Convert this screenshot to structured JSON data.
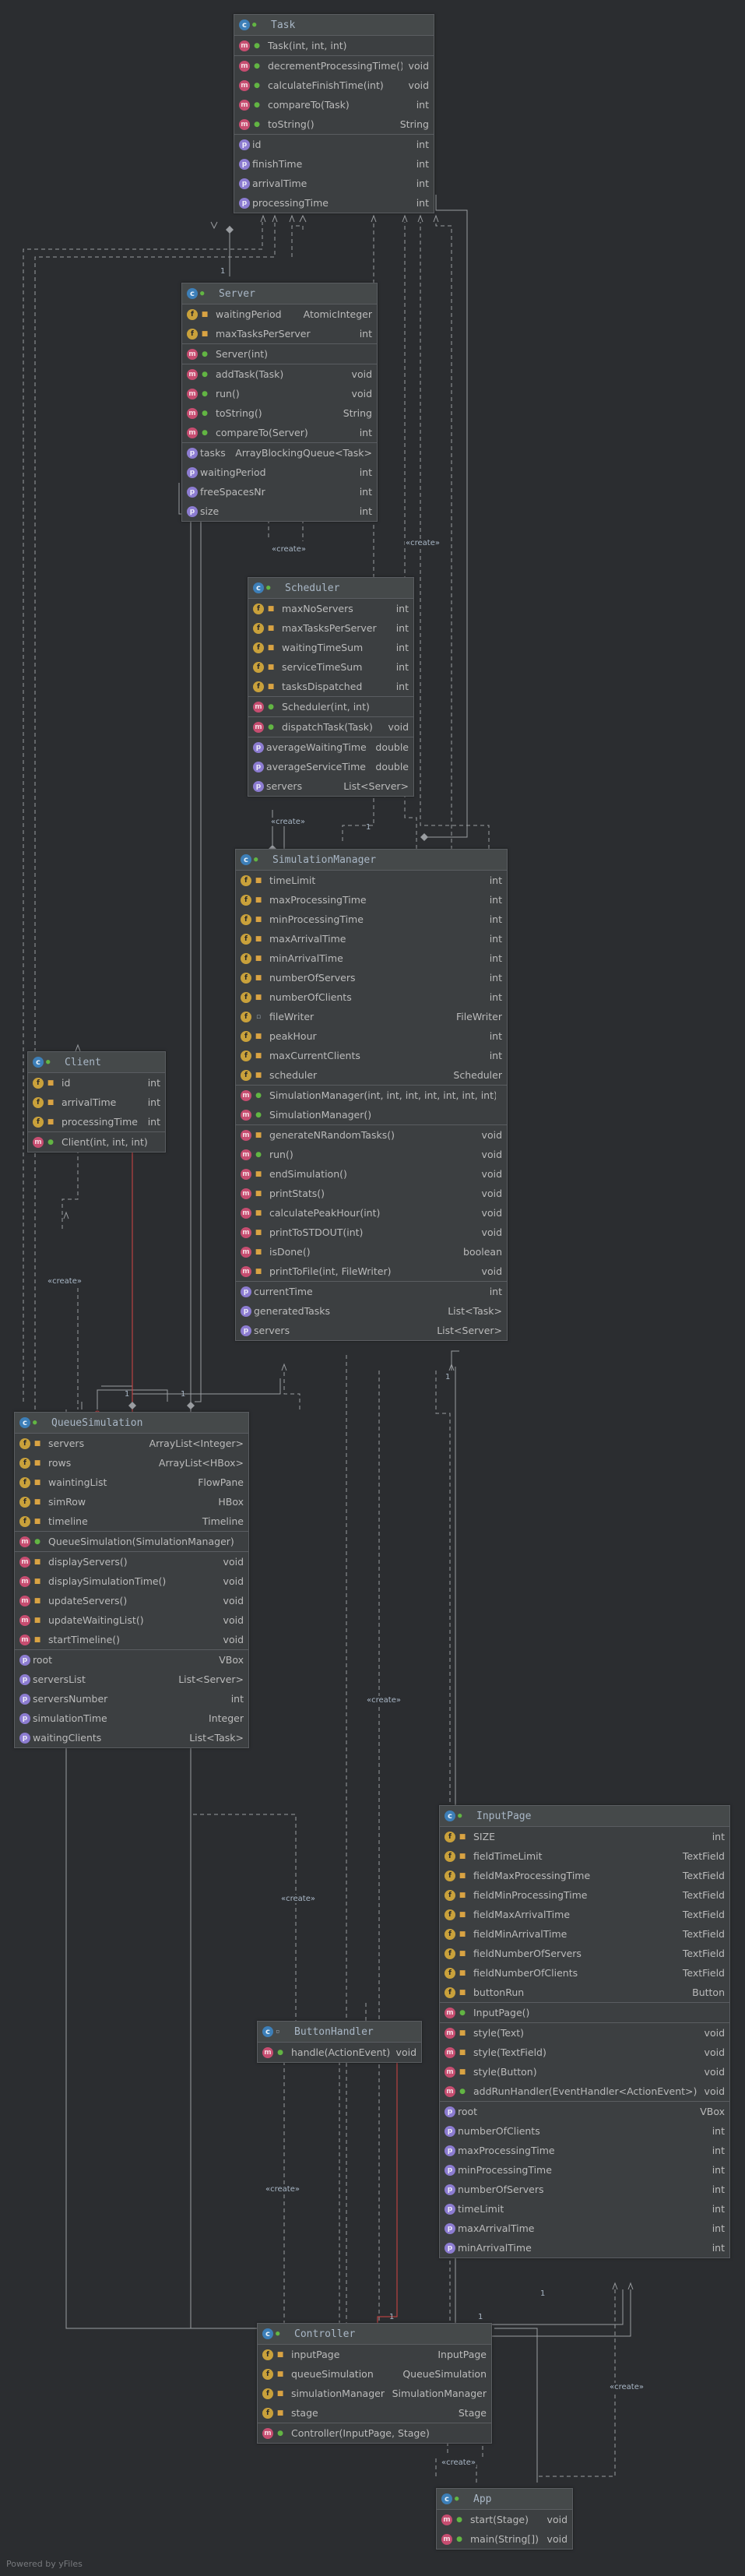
{
  "classes": {
    "task": {
      "name": "Task",
      "rows": [
        {
          "kind": "c",
          "vis": "pub",
          "name": "Task(int, int, int)",
          "type": ""
        },
        {
          "kind": "m",
          "vis": "pub",
          "name": "decrementProcessingTime()",
          "type": "void"
        },
        {
          "kind": "m",
          "vis": "pub",
          "name": "calculateFinishTime(int)",
          "type": "void"
        },
        {
          "kind": "m",
          "vis": "pub",
          "name": "compareTo(Task)",
          "type": "int"
        },
        {
          "kind": "m",
          "vis": "pub",
          "name": "toString()",
          "type": "String"
        },
        {
          "kind": "p",
          "vis": "",
          "name": "id",
          "type": "int"
        },
        {
          "kind": "p",
          "vis": "",
          "name": "finishTime",
          "type": "int"
        },
        {
          "kind": "p",
          "vis": "",
          "name": "arrivalTime",
          "type": "int"
        },
        {
          "kind": "p",
          "vis": "",
          "name": "processingTime",
          "type": "int"
        }
      ]
    },
    "server": {
      "name": "Server",
      "rows": [
        {
          "kind": "f",
          "vis": "priv",
          "name": "waitingPeriod",
          "type": "AtomicInteger"
        },
        {
          "kind": "f",
          "vis": "priv",
          "name": "maxTasksPerServer",
          "type": "int"
        },
        {
          "kind": "c",
          "vis": "pub",
          "name": "Server(int)",
          "type": ""
        },
        {
          "kind": "m",
          "vis": "pub",
          "name": "addTask(Task)",
          "type": "void"
        },
        {
          "kind": "m",
          "vis": "pub",
          "name": "run()",
          "type": "void"
        },
        {
          "kind": "m",
          "vis": "pub",
          "name": "toString()",
          "type": "String"
        },
        {
          "kind": "m",
          "vis": "pub",
          "name": "compareTo(Server)",
          "type": "int"
        },
        {
          "kind": "p",
          "vis": "",
          "name": "tasks",
          "type": "ArrayBlockingQueue<Task>"
        },
        {
          "kind": "p",
          "vis": "",
          "name": "waitingPeriod",
          "type": "int"
        },
        {
          "kind": "p",
          "vis": "",
          "name": "freeSpacesNr",
          "type": "int"
        },
        {
          "kind": "p",
          "vis": "",
          "name": "size",
          "type": "int"
        }
      ]
    },
    "scheduler": {
      "name": "Scheduler",
      "rows": [
        {
          "kind": "f",
          "vis": "priv",
          "name": "maxNoServers",
          "type": "int"
        },
        {
          "kind": "f",
          "vis": "priv",
          "name": "maxTasksPerServer",
          "type": "int"
        },
        {
          "kind": "f",
          "vis": "priv",
          "name": "waitingTimeSum",
          "type": "int"
        },
        {
          "kind": "f",
          "vis": "priv",
          "name": "serviceTimeSum",
          "type": "int"
        },
        {
          "kind": "f",
          "vis": "priv",
          "name": "tasksDispatched",
          "type": "int"
        },
        {
          "kind": "c",
          "vis": "pub",
          "name": "Scheduler(int, int)",
          "type": ""
        },
        {
          "kind": "m",
          "vis": "pub",
          "name": "dispatchTask(Task)",
          "type": "void"
        },
        {
          "kind": "p",
          "vis": "",
          "name": "averageWaitingTime",
          "type": "double"
        },
        {
          "kind": "p",
          "vis": "",
          "name": "averageServiceTime",
          "type": "double"
        },
        {
          "kind": "p",
          "vis": "",
          "name": "servers",
          "type": "List<Server>"
        }
      ]
    },
    "simulationManager": {
      "name": "SimulationManager",
      "rows": [
        {
          "kind": "f",
          "vis": "priv",
          "name": "timeLimit",
          "type": "int"
        },
        {
          "kind": "f",
          "vis": "priv",
          "name": "maxProcessingTime",
          "type": "int"
        },
        {
          "kind": "f",
          "vis": "priv",
          "name": "minProcessingTime",
          "type": "int"
        },
        {
          "kind": "f",
          "vis": "priv",
          "name": "maxArrivalTime",
          "type": "int"
        },
        {
          "kind": "f",
          "vis": "priv",
          "name": "minArrivalTime",
          "type": "int"
        },
        {
          "kind": "f",
          "vis": "priv",
          "name": "numberOfServers",
          "type": "int"
        },
        {
          "kind": "f",
          "vis": "priv",
          "name": "numberOfClients",
          "type": "int"
        },
        {
          "kind": "f",
          "vis": "pk",
          "name": "fileWriter",
          "type": "FileWriter"
        },
        {
          "kind": "f",
          "vis": "priv",
          "name": "peakHour",
          "type": "int"
        },
        {
          "kind": "f",
          "vis": "priv",
          "name": "maxCurrentClients",
          "type": "int"
        },
        {
          "kind": "f",
          "vis": "priv",
          "name": "scheduler",
          "type": "Scheduler"
        },
        {
          "kind": "c",
          "vis": "pub",
          "name": "SimulationManager(int, int, int, int, int, int, int)",
          "type": ""
        },
        {
          "kind": "c",
          "vis": "pub",
          "name": "SimulationManager()",
          "type": ""
        },
        {
          "kind": "m",
          "vis": "priv",
          "name": "generateNRandomTasks()",
          "type": "void"
        },
        {
          "kind": "m",
          "vis": "pub",
          "name": "run()",
          "type": "void"
        },
        {
          "kind": "m",
          "vis": "priv",
          "name": "endSimulation()",
          "type": "void"
        },
        {
          "kind": "m",
          "vis": "priv",
          "name": "printStats()",
          "type": "void"
        },
        {
          "kind": "m",
          "vis": "priv",
          "name": "calculatePeakHour(int)",
          "type": "void"
        },
        {
          "kind": "m",
          "vis": "priv",
          "name": "printToSTDOUT(int)",
          "type": "void"
        },
        {
          "kind": "m",
          "vis": "priv",
          "name": "isDone()",
          "type": "boolean"
        },
        {
          "kind": "m",
          "vis": "priv",
          "name": "printToFile(int, FileWriter)",
          "type": "void"
        },
        {
          "kind": "p",
          "vis": "",
          "name": "currentTime",
          "type": "int"
        },
        {
          "kind": "p",
          "vis": "",
          "name": "generatedTasks",
          "type": "List<Task>"
        },
        {
          "kind": "p",
          "vis": "",
          "name": "servers",
          "type": "List<Server>"
        }
      ]
    },
    "client": {
      "name": "Client",
      "rows": [
        {
          "kind": "f",
          "vis": "priv",
          "name": "id",
          "type": "int"
        },
        {
          "kind": "f",
          "vis": "priv",
          "name": "arrivalTime",
          "type": "int"
        },
        {
          "kind": "f",
          "vis": "priv",
          "name": "processingTime",
          "type": "int"
        },
        {
          "kind": "c",
          "vis": "pub",
          "name": "Client(int, int, int)",
          "type": ""
        }
      ]
    },
    "queueSimulation": {
      "name": "QueueSimulation",
      "rows": [
        {
          "kind": "f",
          "vis": "priv",
          "name": "servers",
          "type": "ArrayList<Integer>"
        },
        {
          "kind": "f",
          "vis": "priv",
          "name": "rows",
          "type": "ArrayList<HBox>"
        },
        {
          "kind": "f",
          "vis": "priv",
          "name": "waintingList",
          "type": "FlowPane"
        },
        {
          "kind": "f",
          "vis": "priv",
          "name": "simRow",
          "type": "HBox"
        },
        {
          "kind": "f",
          "vis": "priv",
          "name": "timeline",
          "type": "Timeline"
        },
        {
          "kind": "c",
          "vis": "pub",
          "name": "QueueSimulation(SimulationManager)",
          "type": ""
        },
        {
          "kind": "m",
          "vis": "priv",
          "name": "displayServers()",
          "type": "void"
        },
        {
          "kind": "m",
          "vis": "priv",
          "name": "displaySimulationTime()",
          "type": "void"
        },
        {
          "kind": "m",
          "vis": "priv",
          "name": "updateServers()",
          "type": "void"
        },
        {
          "kind": "m",
          "vis": "priv",
          "name": "updateWaitingList()",
          "type": "void"
        },
        {
          "kind": "m",
          "vis": "priv",
          "name": "startTimeline()",
          "type": "void"
        },
        {
          "kind": "p",
          "vis": "",
          "name": "root",
          "type": "VBox"
        },
        {
          "kind": "p",
          "vis": "",
          "name": "serversList",
          "type": "List<Server>"
        },
        {
          "kind": "p",
          "vis": "",
          "name": "serversNumber",
          "type": "int"
        },
        {
          "kind": "p",
          "vis": "",
          "name": "simulationTime",
          "type": "Integer"
        },
        {
          "kind": "p",
          "vis": "",
          "name": "waitingClients",
          "type": "List<Task>"
        }
      ]
    },
    "inputPage": {
      "name": "InputPage",
      "rows": [
        {
          "kind": "f",
          "vis": "priv",
          "name": "SIZE",
          "type": "int"
        },
        {
          "kind": "f",
          "vis": "priv",
          "name": "fieldTimeLimit",
          "type": "TextField"
        },
        {
          "kind": "f",
          "vis": "priv",
          "name": "fieldMaxProcessingTime",
          "type": "TextField"
        },
        {
          "kind": "f",
          "vis": "priv",
          "name": "fieldMinProcessingTime",
          "type": "TextField"
        },
        {
          "kind": "f",
          "vis": "priv",
          "name": "fieldMaxArrivalTime",
          "type": "TextField"
        },
        {
          "kind": "f",
          "vis": "priv",
          "name": "fieldMinArrivalTime",
          "type": "TextField"
        },
        {
          "kind": "f",
          "vis": "priv",
          "name": "fieldNumberOfServers",
          "type": "TextField"
        },
        {
          "kind": "f",
          "vis": "priv",
          "name": "fieldNumberOfClients",
          "type": "TextField"
        },
        {
          "kind": "f",
          "vis": "priv",
          "name": "buttonRun",
          "type": "Button"
        },
        {
          "kind": "c",
          "vis": "pub",
          "name": "InputPage()",
          "type": ""
        },
        {
          "kind": "m",
          "vis": "priv",
          "name": "style(Text)",
          "type": "void"
        },
        {
          "kind": "m",
          "vis": "priv",
          "name": "style(TextField)",
          "type": "void"
        },
        {
          "kind": "m",
          "vis": "priv",
          "name": "style(Button)",
          "type": "void"
        },
        {
          "kind": "m",
          "vis": "pub",
          "name": "addRunHandler(EventHandler<ActionEvent>)",
          "type": "void"
        },
        {
          "kind": "p",
          "vis": "",
          "name": "root",
          "type": "VBox"
        },
        {
          "kind": "p",
          "vis": "",
          "name": "numberOfClients",
          "type": "int"
        },
        {
          "kind": "p",
          "vis": "",
          "name": "maxProcessingTime",
          "type": "int"
        },
        {
          "kind": "p",
          "vis": "",
          "name": "minProcessingTime",
          "type": "int"
        },
        {
          "kind": "p",
          "vis": "",
          "name": "numberOfServers",
          "type": "int"
        },
        {
          "kind": "p",
          "vis": "",
          "name": "timeLimit",
          "type": "int"
        },
        {
          "kind": "p",
          "vis": "",
          "name": "maxArrivalTime",
          "type": "int"
        },
        {
          "kind": "p",
          "vis": "",
          "name": "minArrivalTime",
          "type": "int"
        }
      ]
    },
    "buttonHandler": {
      "name": "ButtonHandler",
      "rows": [
        {
          "kind": "m",
          "vis": "pub",
          "name": "handle(ActionEvent)",
          "type": "void"
        }
      ]
    },
    "controller": {
      "name": "Controller",
      "rows": [
        {
          "kind": "f",
          "vis": "priv",
          "name": "inputPage",
          "type": "InputPage"
        },
        {
          "kind": "f",
          "vis": "priv",
          "name": "queueSimulation",
          "type": "QueueSimulation"
        },
        {
          "kind": "f",
          "vis": "priv",
          "name": "simulationManager",
          "type": "SimulationManager"
        },
        {
          "kind": "f",
          "vis": "priv",
          "name": "stage",
          "type": "Stage"
        },
        {
          "kind": "c",
          "vis": "pub",
          "name": "Controller(InputPage, Stage)",
          "type": ""
        }
      ]
    },
    "app": {
      "name": "App",
      "rows": [
        {
          "kind": "m",
          "vis": "pub",
          "name": "start(Stage)",
          "type": "void"
        },
        {
          "kind": "m",
          "vis": "pub",
          "name": "main(String[])",
          "type": "void"
        }
      ]
    }
  },
  "labels": {
    "create": "«create»",
    "one": "1"
  },
  "footer": "Powered by yFiles"
}
